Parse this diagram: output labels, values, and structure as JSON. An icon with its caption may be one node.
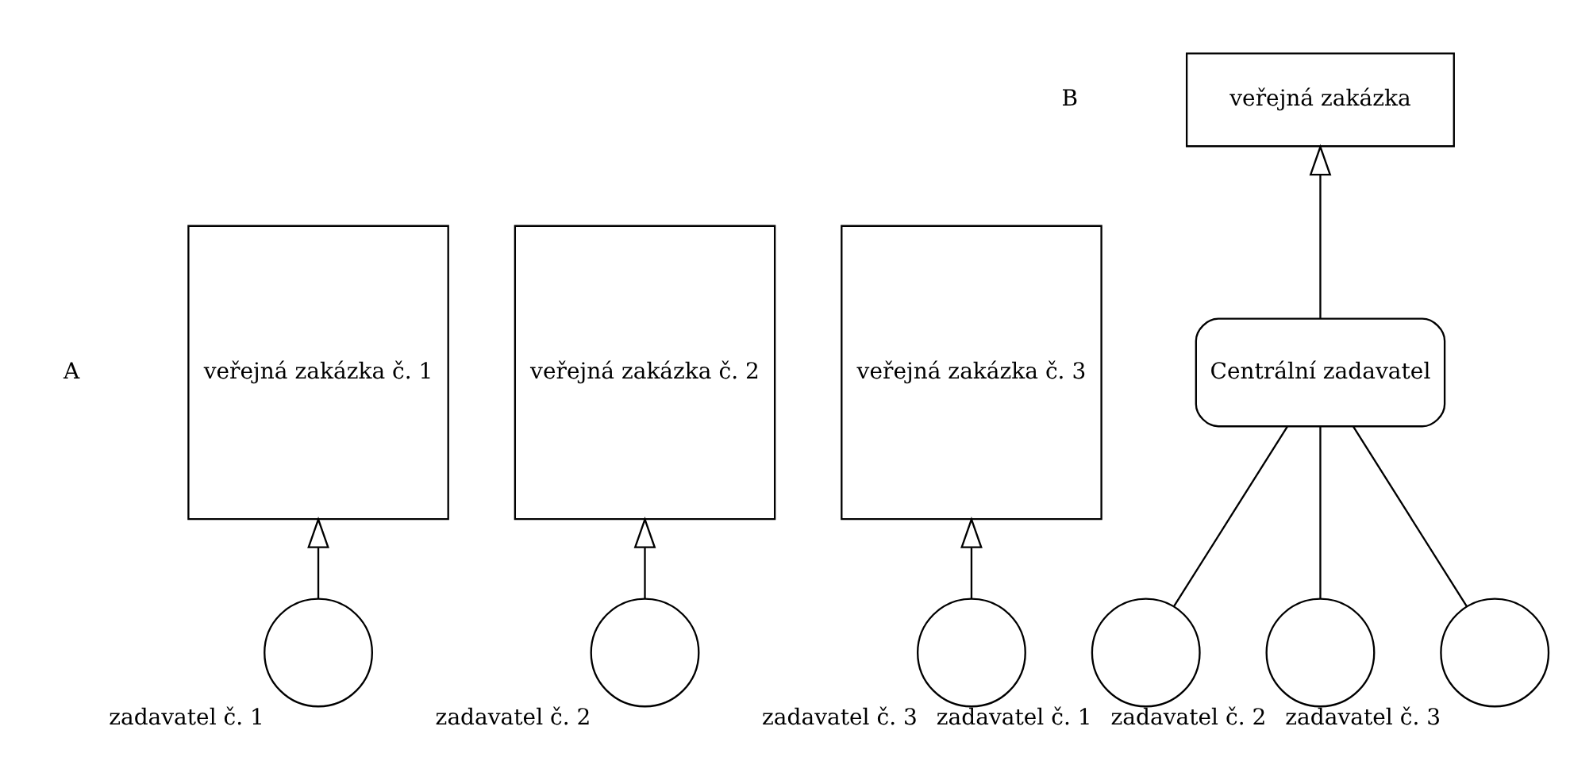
{
  "diagram": {
    "nodes": [
      {
        "text": [
          "veřejná zakázka č. 1"
        ]
      },
      {
        "text": [
          "veřejná zakázka č. 2"
        ]
      },
      {
        "text": [
          "veřejná zakázka č. 3"
        ]
      },
      {
        "text": [],
        "shape": "circle",
        "beside": [
          "zadavatel č. 1"
        ]
      },
      {
        "text": [],
        "shape": "circle",
        "beside": [
          "zadavatel č. 2"
        ]
      },
      {
        "text": [],
        "shape": "circle",
        "beside": [
          "zadavatel č. 3"
        ]
      },
      {
        "text": [
          "veřejná zakázka"
        ]
      },
      {
        "text": [
          "Centrální zadavatel"
        ]
      },
      {
        "text": [],
        "shape": "circle",
        "beside": [
          "zadavatel č. 1"
        ]
      },
      {
        "text": [],
        "shape": "circle",
        "beside": [
          "zadavatel č. 2"
        ]
      },
      {
        "text": [],
        "shape": "circle",
        "beside": [
          "zadavatel č. 3"
        ]
      }
    ],
    "edges": [
      {
        "from": 3,
        "to": 0,
        "arrow": "to"
      },
      {
        "from": 4,
        "to": 1,
        "arrow": "to"
      },
      {
        "from": 5,
        "to": 2,
        "arrow": "to"
      },
      {
        "from": 7,
        "to": 6,
        "arrow": "to"
      },
      {
        "from": 8,
        "to": 7,
        "arrow": "none"
      },
      {
        "from": 9,
        "to": 7,
        "arrow": "none"
      },
      {
        "from": 10,
        "to": 7,
        "arrow": "none"
      }
    ],
    "labels": [
      "A",
      "B"
    ]
  }
}
